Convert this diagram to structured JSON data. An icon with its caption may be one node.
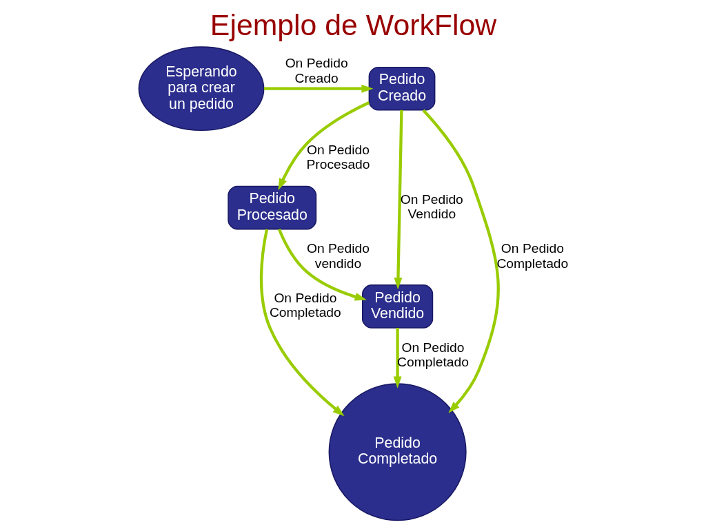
{
  "diagram": {
    "title": "Ejemplo de WorkFlow",
    "nodes": [
      {
        "text": [
          "Esperando para crear un pedido"
        ]
      },
      {
        "text": [
          "Pedido Creado"
        ]
      },
      {
        "text": [
          "Pedido Procesado"
        ]
      },
      {
        "text": [
          "Pedido Vendido"
        ]
      },
      {
        "text": [
          "Pedido Completado"
        ]
      }
    ],
    "edges": [
      {
        "from": 0,
        "to": 1,
        "arrow": "to",
        "label": "On Pedido Creado"
      },
      {
        "from": 1,
        "to": 4,
        "arrow": "to",
        "label": "On Pedido Completado"
      },
      {
        "from": 1,
        "to": 2,
        "arrow": "to",
        "label": "On Pedido Procesado"
      },
      {
        "from": 2,
        "to": 3,
        "arrow": "to",
        "label": "On Pedido vendido"
      },
      {
        "from": 2,
        "to": 4,
        "arrow": "to",
        "label": "On Pedido Completado"
      },
      {
        "from": 1,
        "to": 3,
        "arrow": "to",
        "label": "On Pedido Vendido"
      },
      {
        "from": 3,
        "to": 4,
        "arrow": "to",
        "label": "On Pedido Completado"
      }
    ]
  }
}
